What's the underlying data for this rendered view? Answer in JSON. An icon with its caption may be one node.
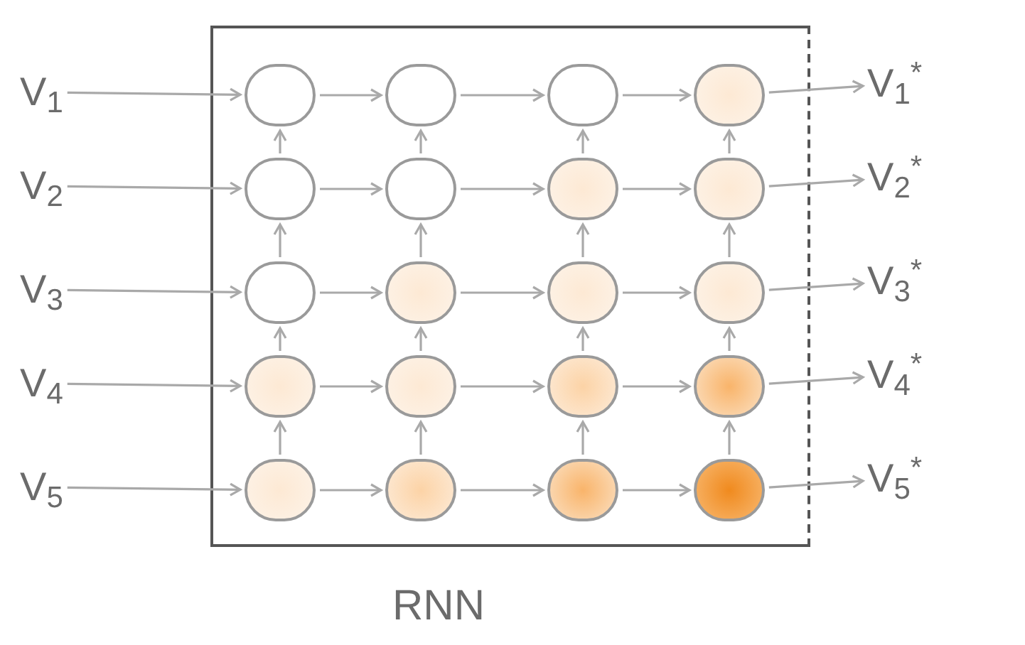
{
  "diagram": {
    "nodes": [
      {
        "text": [
          "V$_{1}$"
        ]
      },
      {
        "text": [
          "V$_{2}$"
        ]
      },
      {
        "text": [
          "V$_{3}$"
        ]
      },
      {
        "text": [
          "V$_{4}$"
        ]
      },
      {
        "text": [
          "V$_{5}$"
        ]
      },
      {
        "text": [
          "RNN"
        ]
      },
      {
        "text": [],
        "shape": "circle",
        "in": 5
      },
      {
        "text": [],
        "shape": "circle",
        "in": 5
      },
      {
        "text": [],
        "shape": "circle",
        "in": 5
      },
      {
        "text": [],
        "shape": "circle",
        "in": 5
      },
      {
        "text": [],
        "shape": "circle",
        "in": 5
      },
      {
        "text": [],
        "shape": "circle",
        "in": 5
      },
      {
        "text": [],
        "shape": "circle",
        "in": 5
      },
      {
        "text": [],
        "shape": "circle",
        "in": 5
      },
      {
        "text": [],
        "shape": "circle",
        "in": 5
      },
      {
        "text": [],
        "shape": "circle",
        "in": 5
      },
      {
        "text": [],
        "shape": "circle",
        "in": 5
      },
      {
        "text": [],
        "shape": "circle",
        "in": 5
      },
      {
        "text": [],
        "shape": "circle",
        "in": 5
      },
      {
        "text": [],
        "shape": "circle",
        "in": 5
      },
      {
        "text": [],
        "shape": "circle",
        "in": 5
      },
      {
        "text": [],
        "shape": "circle",
        "in": 5
      },
      {
        "text": [],
        "shape": "circle",
        "in": 5
      },
      {
        "text": [],
        "shape": "circle",
        "in": 5
      },
      {
        "text": [],
        "shape": "circle",
        "in": 5
      },
      {
        "text": [],
        "shape": "circle",
        "in": 5
      },
      {
        "text": [
          "V$_{1}$$^{*}$"
        ]
      },
      {
        "text": [
          "V$_{2}$$^{*}$"
        ]
      },
      {
        "text": [
          "V$_{3}$$^{*}$"
        ]
      },
      {
        "text": [
          "V$_{4}$$^{*}$"
        ]
      },
      {
        "text": [
          "V$_{5}$$^{*}$"
        ]
      }
    ],
    "edges": [
      {
        "from": 0,
        "to": 6,
        "arrow": "to"
      },
      {
        "from": 1,
        "to": 10,
        "arrow": "to"
      },
      {
        "from": 2,
        "to": 14,
        "arrow": "to"
      },
      {
        "from": 3,
        "to": 18,
        "arrow": "to"
      },
      {
        "from": 4,
        "to": 22,
        "arrow": "to"
      },
      {
        "from": 6,
        "to": 7,
        "arrow": "to"
      },
      {
        "from": 7,
        "to": 8,
        "arrow": "to"
      },
      {
        "from": 8,
        "to": 9,
        "arrow": "to"
      },
      {
        "from": 10,
        "to": 11,
        "arrow": "to"
      },
      {
        "from": 11,
        "to": 12,
        "arrow": "to"
      },
      {
        "from": 12,
        "to": 13,
        "arrow": "to"
      },
      {
        "from": 14,
        "to": 15,
        "arrow": "to"
      },
      {
        "from": 15,
        "to": 16,
        "arrow": "to"
      },
      {
        "from": 16,
        "to": 17,
        "arrow": "to"
      },
      {
        "from": 18,
        "to": 19,
        "arrow": "to"
      },
      {
        "from": 19,
        "to": 20,
        "arrow": "to"
      },
      {
        "from": 20,
        "to": 21,
        "arrow": "to"
      },
      {
        "from": 22,
        "to": 23,
        "arrow": "to"
      },
      {
        "from": 23,
        "to": 24,
        "arrow": "to"
      },
      {
        "from": 24,
        "to": 25,
        "arrow": "to"
      },
      {
        "from": 10,
        "to": 6,
        "arrow": "to"
      },
      {
        "from": 11,
        "to": 7,
        "arrow": "to"
      },
      {
        "from": 12,
        "to": 8,
        "arrow": "to"
      },
      {
        "from": 13,
        "to": 9,
        "arrow": "to"
      },
      {
        "from": 14,
        "to": 10,
        "arrow": "to"
      },
      {
        "from": 15,
        "to": 11,
        "arrow": "to"
      },
      {
        "from": 16,
        "to": 12,
        "arrow": "to"
      },
      {
        "from": 17,
        "to": 13,
        "arrow": "to"
      },
      {
        "from": 18,
        "to": 14,
        "arrow": "to"
      },
      {
        "from": 19,
        "to": 15,
        "arrow": "to"
      },
      {
        "from": 20,
        "to": 16,
        "arrow": "to"
      },
      {
        "from": 21,
        "to": 17,
        "arrow": "to"
      },
      {
        "from": 22,
        "to": 18,
        "arrow": "to"
      },
      {
        "from": 23,
        "to": 19,
        "arrow": "to"
      },
      {
        "from": 24,
        "to": 20,
        "arrow": "to"
      },
      {
        "from": 25,
        "to": 21,
        "arrow": "to"
      },
      {
        "from": 9,
        "to": 26,
        "arrow": "to"
      },
      {
        "from": 13,
        "to": 27,
        "arrow": "to"
      },
      {
        "from": 17,
        "to": 28,
        "arrow": "to"
      },
      {
        "from": 21,
        "to": 29,
        "arrow": "to"
      },
      {
        "from": 25,
        "to": 30,
        "arrow": "to"
      }
    ]
  }
}
